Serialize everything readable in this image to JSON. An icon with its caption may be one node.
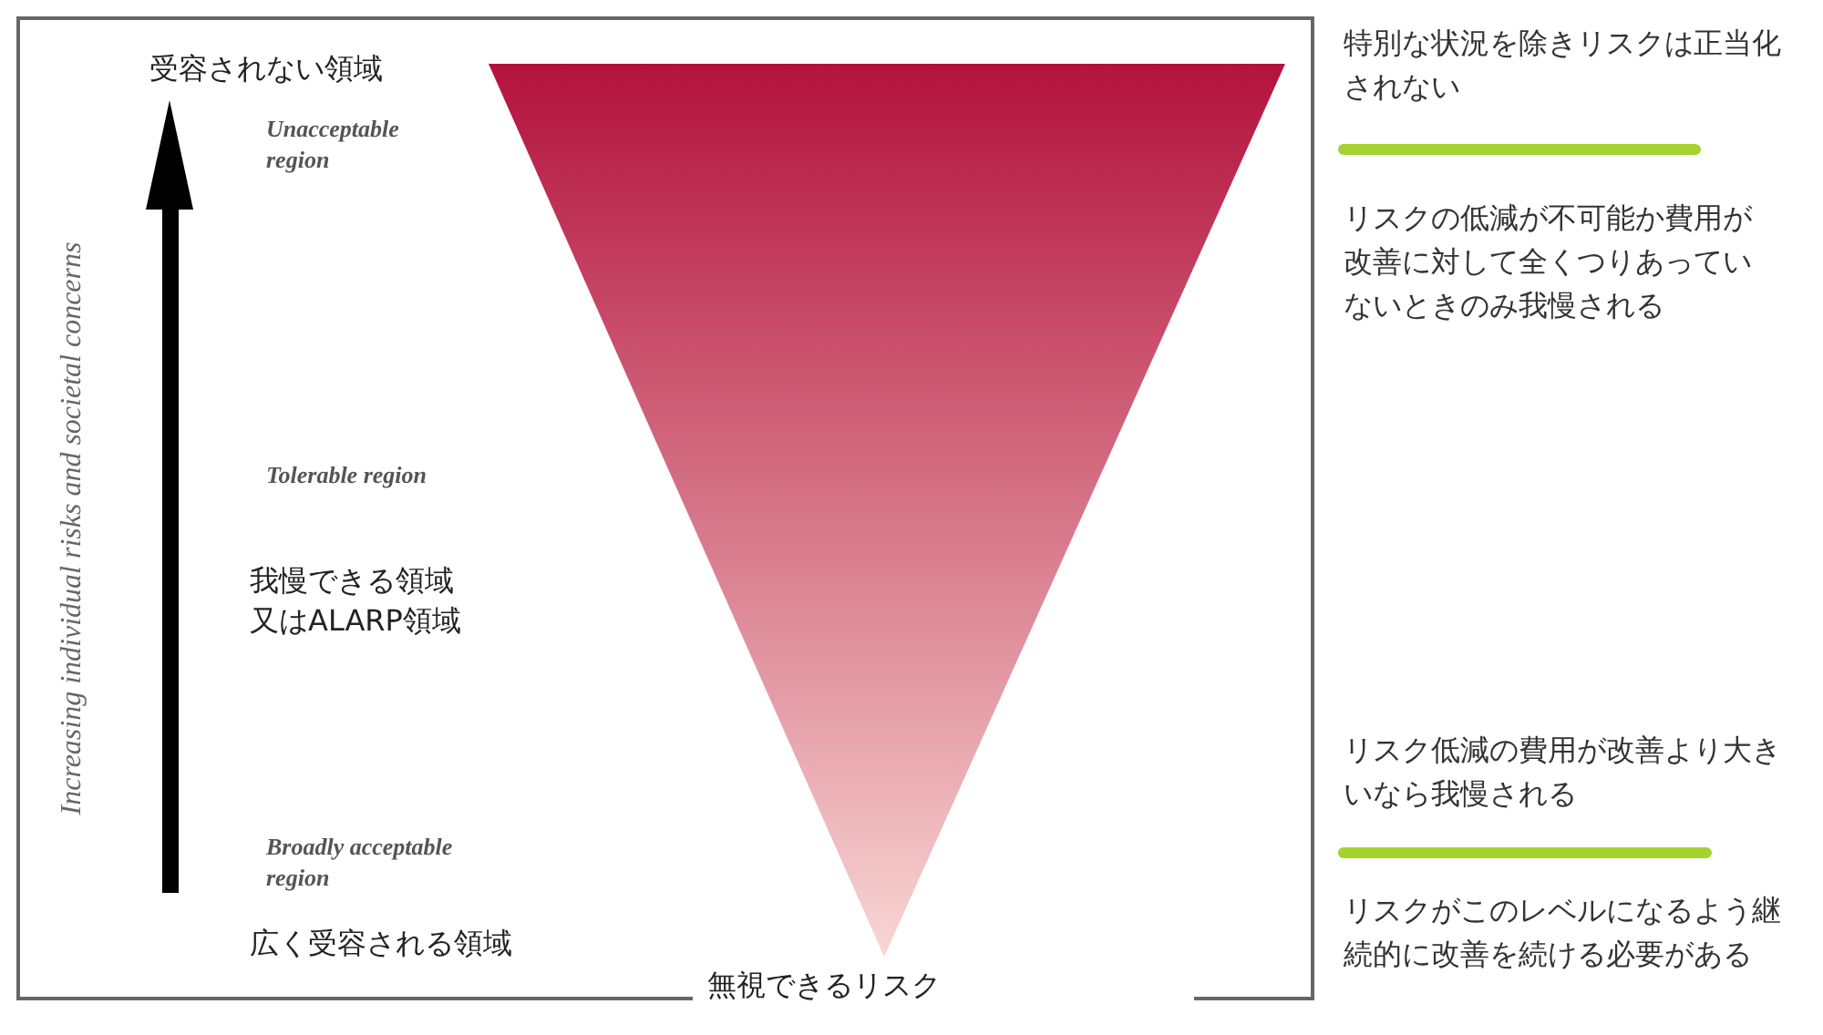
{
  "diagram": {
    "labels": [
      "受容されない領域",
      "Unacceptable region",
      "特別な状況を除きリスクは正当化されない",
      "リスクの低減が不可能か費用が改善に対して全くつりあっていないときのみ我慢される",
      "Increasing individual risks and societal concerns",
      "Tolerable region",
      "我慢できる領域又はALARP領域",
      "リスク低減の費用が改善より大きいなら我慢される",
      "Broadly acceptable region",
      "広く受容される領域",
      "リスクがこのレベルになるよう継続的に改善を続ける必要がある",
      "無視できるリスク"
    ]
  }
}
